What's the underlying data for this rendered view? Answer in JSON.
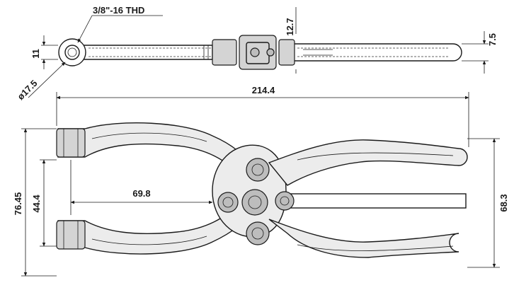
{
  "drawing": {
    "labels": {
      "thread": "3/8\"-16 THD",
      "dia_eye": "ø17.5",
      "eye_height": "11",
      "body_height": "12.7",
      "handle_dia": "7.5",
      "overall_length": "214.4",
      "jaw_depth": "69.8",
      "jaw_open_outer": "76.45",
      "jaw_open_inner": "44.4",
      "handle_spread": "68.3"
    }
  }
}
